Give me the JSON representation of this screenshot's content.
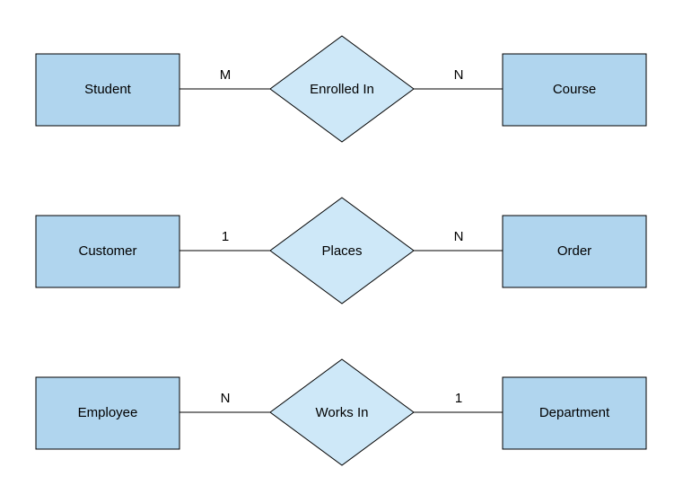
{
  "diagram": {
    "title": "ER relationship diagram",
    "background_color": "#ffffff",
    "colors": {
      "entity_fill": "#b0d5ee",
      "relationship_fill": "#cee8f8",
      "stroke": "#000000",
      "text": "#000000"
    },
    "rows": [
      {
        "left_entity": "Student",
        "left_cardinality": "M",
        "relationship": "Enrolled In",
        "right_cardinality": "N",
        "right_entity": "Course"
      },
      {
        "left_entity": "Customer",
        "left_cardinality": "1",
        "relationship": "Places",
        "right_cardinality": "N",
        "right_entity": "Order"
      },
      {
        "left_entity": "Employee",
        "left_cardinality": "N",
        "relationship": "Works In",
        "right_cardinality": "1",
        "right_entity": "Department"
      }
    ]
  }
}
